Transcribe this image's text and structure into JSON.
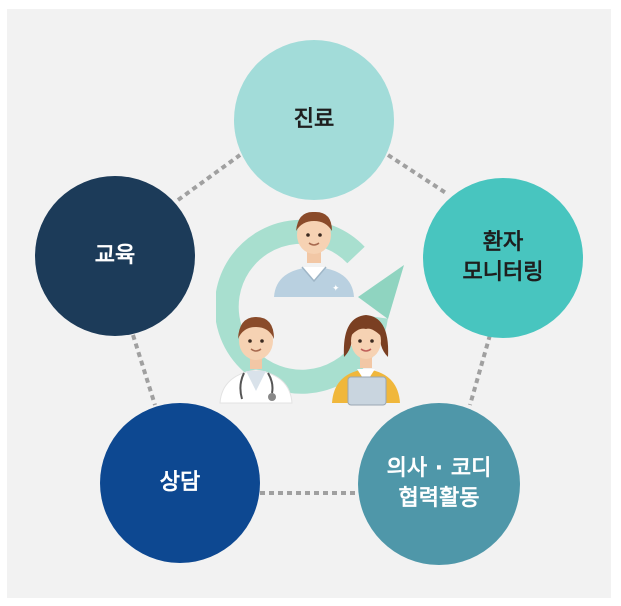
{
  "nodes": {
    "top": "진료",
    "right": "환자\n모니터링",
    "bottom_right": "의사 · 코디\n협력활동",
    "bottom_left": "상담",
    "left": "교육"
  },
  "colors": {
    "top": "#a2dcd9",
    "right": "#48c5bf",
    "bottom_right": "#4f97a9",
    "bottom_left": "#0d4891",
    "left": "#1c3b59",
    "cycle_arrow": "#a8dfcf",
    "connector": "#a0a0a0"
  },
  "center_illustration": {
    "figures": [
      "doctor",
      "doctor-with-stethoscope",
      "coordinator-with-tablet"
    ],
    "icon": "circular-cycle-arrow"
  }
}
